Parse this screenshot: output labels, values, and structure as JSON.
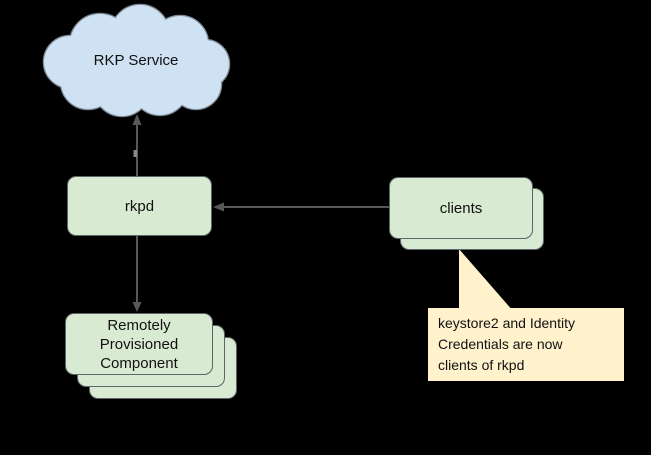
{
  "canvas": {
    "background": "#000000"
  },
  "nodes": {
    "rkp_service": {
      "label": "RKP Service",
      "shape": "cloud",
      "fill": "#cfe2f3",
      "stroke": "#7f8b96"
    },
    "rkpd": {
      "label": "rkpd",
      "shape": "rounded-rect",
      "fill": "#d9ead3",
      "stroke": "#5f6468"
    },
    "clients": {
      "label": "clients",
      "shape": "stacked-rounded-rect",
      "stack_count": 2,
      "fill": "#d9ead3",
      "stroke": "#5f6468"
    },
    "remotely_provisioned_component": {
      "label": "Remotely Provisioned Component",
      "shape": "stacked-rounded-rect",
      "stack_count": 3,
      "fill": "#d9ead3",
      "stroke": "#5f6468"
    }
  },
  "connectors": [
    {
      "id": "rkpd-to-rkp-service",
      "from": "rkpd",
      "to": "rkp_service",
      "arrow_at": "rkp_service",
      "color": "#585858"
    },
    {
      "id": "clients-to-rkpd",
      "from": "clients",
      "to": "rkpd",
      "arrow_at": "rkpd",
      "color": "#585858"
    },
    {
      "id": "rkpd-to-component",
      "from": "rkpd",
      "to": "remotely_provisioned_component",
      "arrow_at": "remotely_provisioned_component",
      "color": "#585858"
    }
  ],
  "callout": {
    "text": "keystore2 and Identity Credentials are now clients of rkpd",
    "fill": "#fff2cc",
    "points_to": "clients"
  }
}
